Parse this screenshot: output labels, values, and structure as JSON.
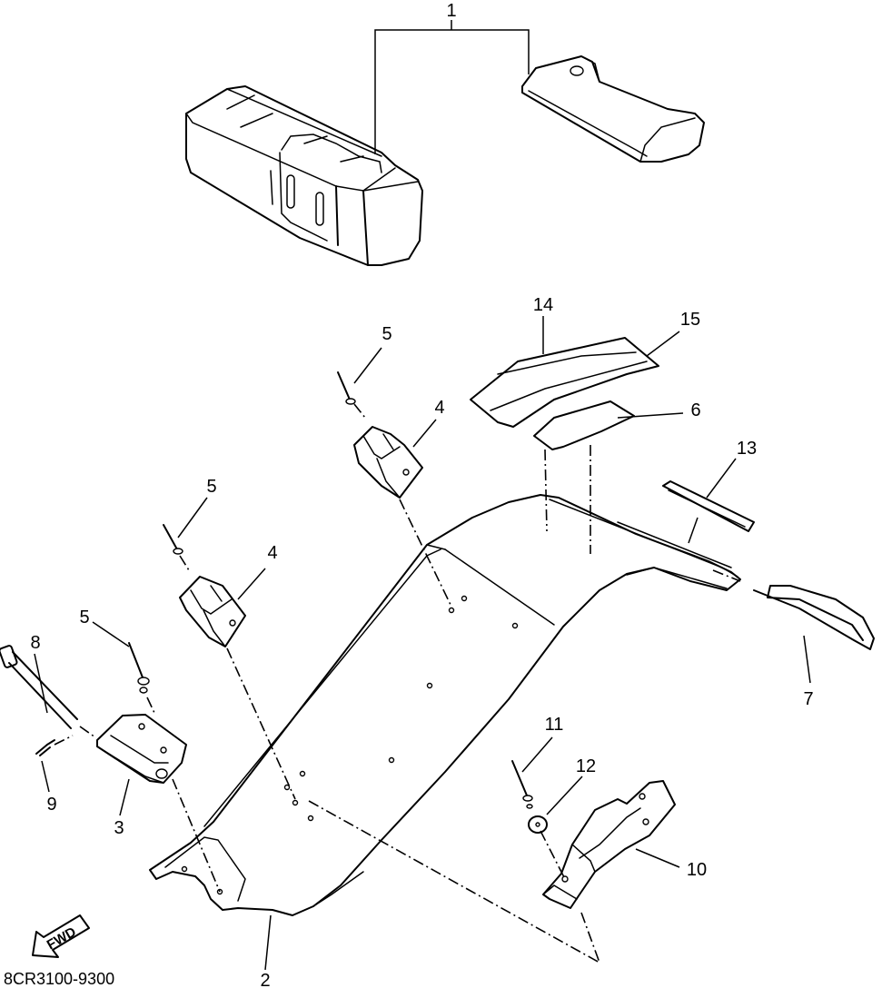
{
  "diagram": {
    "drawing_code": "8CR3100-9300",
    "direction_label": "FWD",
    "callouts": {
      "c1": "1",
      "c2": "2",
      "c3": "3",
      "c4a": "4",
      "c4b": "4",
      "c5a": "5",
      "c5b": "5",
      "c5c": "5",
      "c6": "6",
      "c7": "7",
      "c8": "8",
      "c9": "9",
      "c10": "10",
      "c11": "11",
      "c12": "12",
      "c13": "13",
      "c14": "14",
      "c15": "15"
    }
  }
}
